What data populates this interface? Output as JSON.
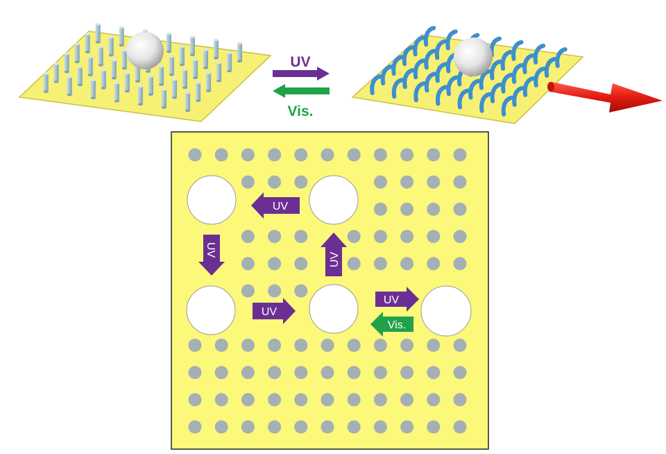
{
  "top": {
    "forward_label": "UV",
    "reverse_label": "Vis."
  },
  "panel": {
    "arrow_labels": {
      "left": "UV",
      "down": "UV",
      "up": "UV",
      "right": "UV",
      "right_forward": "UV",
      "right_reverse": "Vis."
    }
  },
  "colors": {
    "substrate": "#f6f074",
    "substrate_edge": "#c9c042",
    "pillar_straight": "#a9c7d2",
    "pillar_bent": "#3d8fcf",
    "uv_purple": "#6b2f94",
    "vis_green": "#21a24a",
    "motion_red": "#e02020",
    "dot_gray": "#a4b0b4",
    "panel_yellow": "#fbf87a"
  }
}
